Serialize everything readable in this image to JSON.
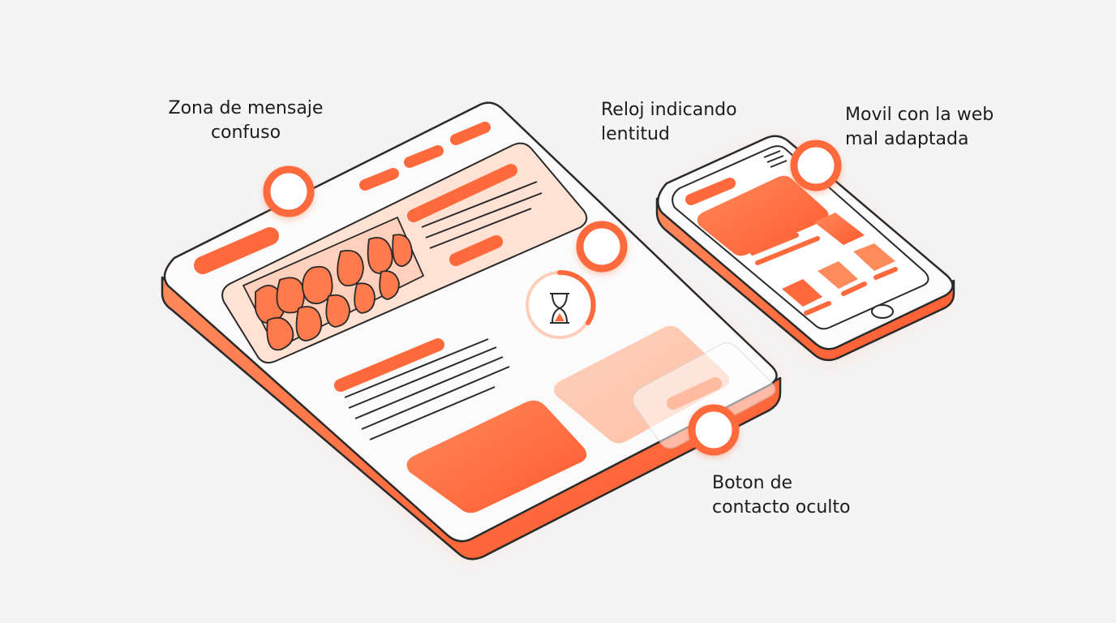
{
  "colors": {
    "accent": "#ff6a3d",
    "accent_light": "#ffb89c",
    "outline": "#2a2a2a",
    "screen": "#fbfbfb",
    "background": "#f4f4f4"
  },
  "annotations": {
    "confusing_message": {
      "line1": "Zona de mensaje",
      "line2": "confuso"
    },
    "slow_clock": {
      "line1": "Reloj indicando",
      "line2": "lentitud"
    },
    "mobile_not_adapted": {
      "line1": "Movil con la web",
      "line2": "mal adaptada"
    },
    "hidden_contact_button": {
      "line1": "Boton de",
      "line2": "contacto oculto"
    }
  },
  "icons": {
    "markers": "circle-marker-icon",
    "clock": "hourglass-icon",
    "phone_home": "home-button-icon"
  }
}
